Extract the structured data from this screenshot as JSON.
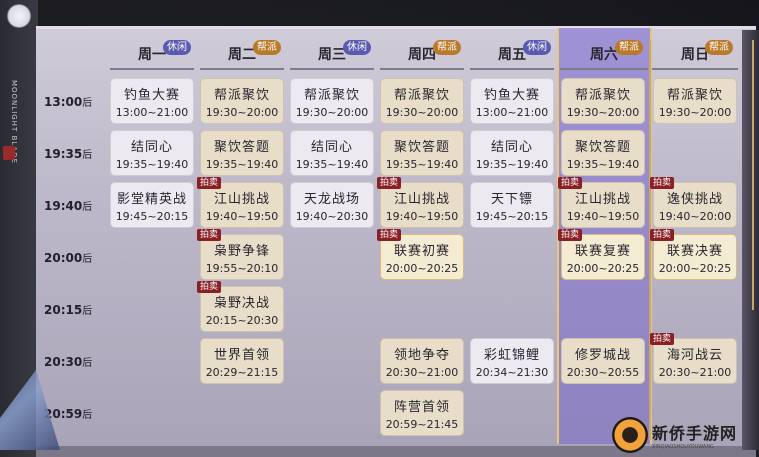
{
  "days": [
    {
      "label": "周一",
      "badge": "休闲",
      "badge_type": "leisure"
    },
    {
      "label": "周二",
      "badge": "帮派",
      "badge_type": "guild"
    },
    {
      "label": "周三",
      "badge": "休闲",
      "badge_type": "leisure"
    },
    {
      "label": "周四",
      "badge": "帮派",
      "badge_type": "guild"
    },
    {
      "label": "周五",
      "badge": "休闲",
      "badge_type": "leisure"
    },
    {
      "label": "周六",
      "badge": "帮派",
      "badge_type": "guild"
    },
    {
      "label": "周日",
      "badge": "帮派",
      "badge_type": "guild"
    }
  ],
  "time_slots": [
    {
      "time": "13:00",
      "suffix": "后"
    },
    {
      "time": "19:35",
      "suffix": "后"
    },
    {
      "time": "19:40",
      "suffix": "后"
    },
    {
      "time": "20:00",
      "suffix": "后"
    },
    {
      "time": "20:15",
      "suffix": "后"
    },
    {
      "time": "20:30",
      "suffix": "后"
    },
    {
      "time": "20:59",
      "suffix": "后"
    }
  ],
  "auction_label": "拍卖",
  "events": {
    "mon": [
      {
        "title": "钓鱼大赛",
        "time": "13:00~21:00"
      },
      {
        "title": "结同心",
        "time": "19:35~19:40"
      },
      {
        "title": "影堂精英战",
        "time": "19:45~20:15"
      }
    ],
    "tue": [
      {
        "title": "帮派聚饮",
        "time": "19:30~20:00"
      },
      {
        "title": "聚饮答题",
        "time": "19:35~19:40"
      },
      {
        "title": "江山挑战",
        "time": "19:40~19:50"
      },
      {
        "title": "枭野争锋",
        "time": "19:55~20:10"
      },
      {
        "title": "枭野决战",
        "time": "20:15~20:30"
      },
      {
        "title": "世界首领",
        "time": "20:29~21:15"
      }
    ],
    "wed": [
      {
        "title": "帮派聚饮",
        "time": "19:30~20:00"
      },
      {
        "title": "结同心",
        "time": "19:35~19:40"
      },
      {
        "title": "天龙战场",
        "time": "19:40~20:30"
      }
    ],
    "thu": [
      {
        "title": "帮派聚饮",
        "time": "19:30~20:00"
      },
      {
        "title": "聚饮答题",
        "time": "19:35~19:40"
      },
      {
        "title": "江山挑战",
        "time": "19:40~19:50"
      },
      {
        "title": "联赛初赛",
        "time": "20:00~20:25"
      },
      {
        "title": "领地争夺",
        "time": "20:30~21:00"
      },
      {
        "title": "阵营首领",
        "time": "20:59~21:45"
      }
    ],
    "fri": [
      {
        "title": "钓鱼大赛",
        "time": "13:00~21:00"
      },
      {
        "title": "结同心",
        "time": "19:35~19:40"
      },
      {
        "title": "天下镖",
        "time": "19:45~20:15"
      },
      {
        "title": "彩虹锦鲤",
        "time": "20:34~21:30"
      }
    ],
    "sat": [
      {
        "title": "帮派聚饮",
        "time": "19:30~20:00"
      },
      {
        "title": "聚饮答题",
        "time": "19:35~19:40"
      },
      {
        "title": "江山挑战",
        "time": "19:40~19:50"
      },
      {
        "title": "联赛复赛",
        "time": "20:00~20:25"
      },
      {
        "title": "修罗城战",
        "time": "20:30~20:55"
      }
    ],
    "sun": [
      {
        "title": "帮派聚饮",
        "time": "19:30~20:00"
      },
      {
        "title": "逸侠挑战",
        "time": "19:40~20:00"
      },
      {
        "title": "联赛决赛",
        "time": "20:00~20:25"
      },
      {
        "title": "海河战云",
        "time": "20:30~21:00"
      }
    ]
  },
  "brand": {
    "vertical_text": "MOONLIGHT BLADE"
  },
  "watermark": {
    "main": "新侨手游网",
    "sub": "XINQIAOSHOUYOUWANG"
  },
  "colors": {
    "leisure_badge": "#5a5ab0",
    "guild_badge": "#b9792a",
    "auction_tag": "#8a1f25",
    "saturday_highlight": "#7864d2"
  }
}
